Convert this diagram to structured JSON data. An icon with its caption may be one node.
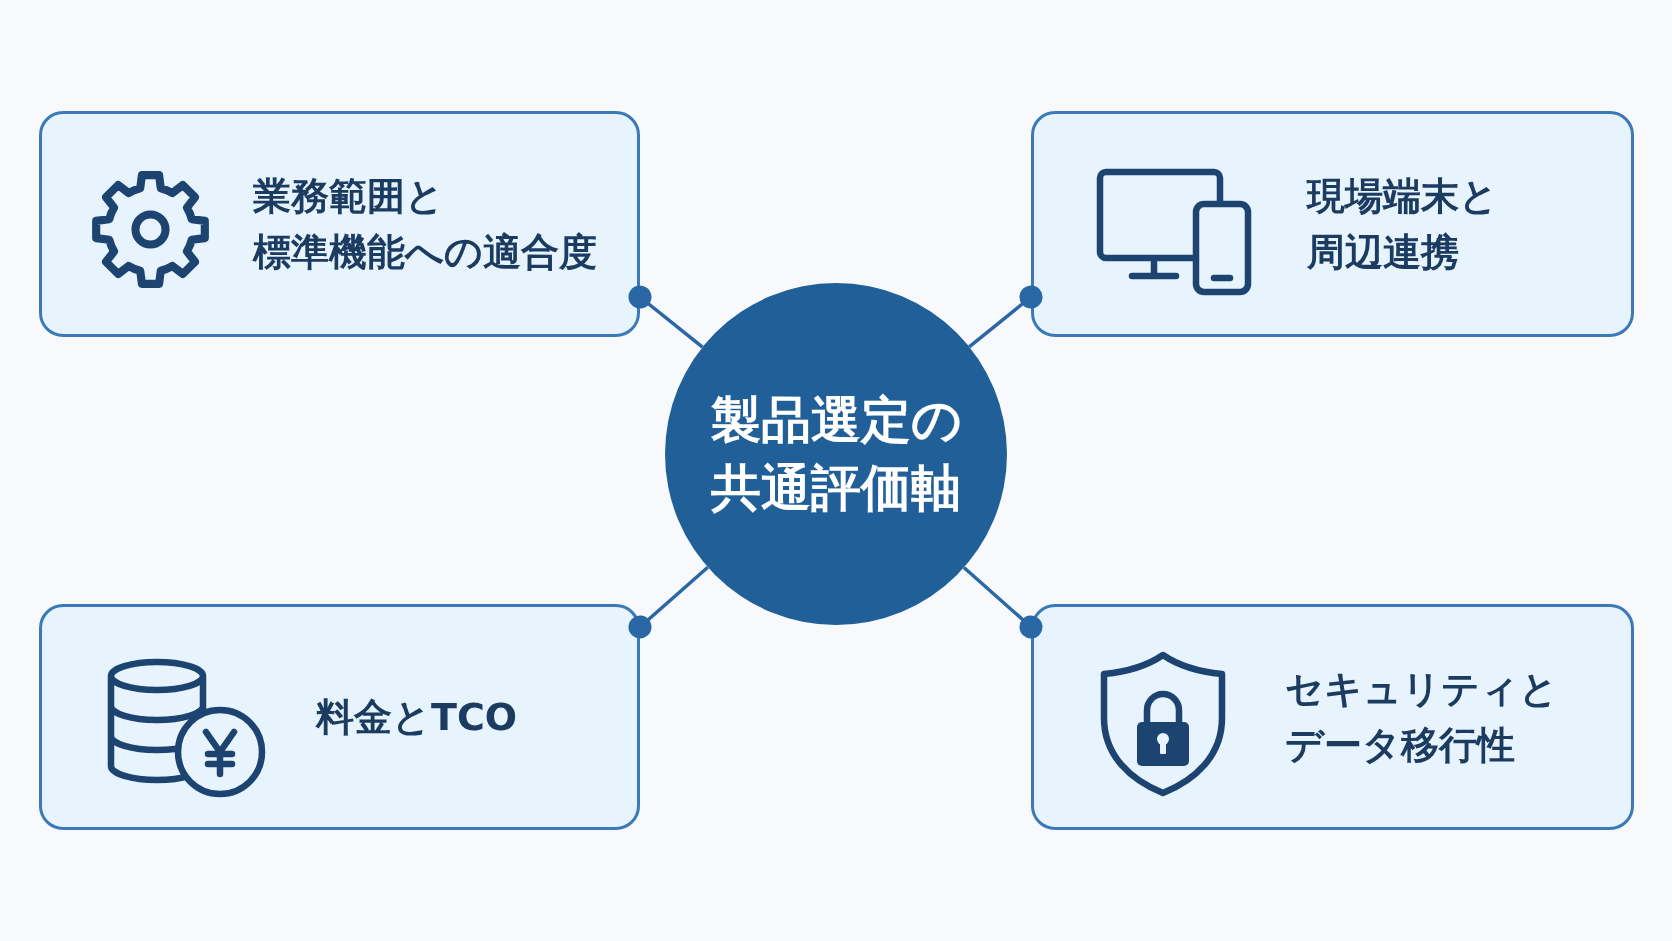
{
  "diagram": {
    "nodes": [
      {
        "text": [
          "業務範囲と標準機能への適合度"
        ]
      },
      {
        "text": [
          "現場端末と周辺連携"
        ]
      },
      {
        "text": [
          "製品選定の共通評価軸"
        ]
      },
      {
        "text": [
          "料金とTCO"
        ]
      },
      {
        "text": [
          "セキュリティとデータ移行性"
        ]
      }
    ],
    "edges": [
      {
        "from": 2,
        "to": 0,
        "arrow": "other"
      },
      {
        "from": 2,
        "to": 1,
        "arrow": "other"
      },
      {
        "from": 2,
        "to": 3,
        "arrow": "other"
      },
      {
        "from": 2,
        "to": 4,
        "arrow": "other"
      }
    ]
  }
}
